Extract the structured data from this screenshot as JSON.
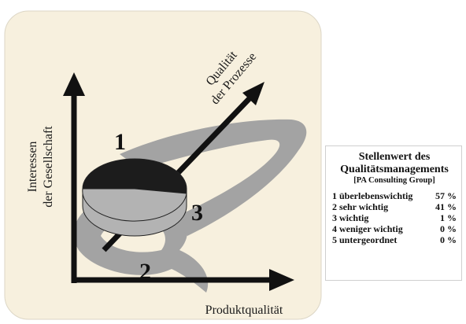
{
  "axes": {
    "vertical_label_line1": "Interessen",
    "vertical_label_line2": "der Gesellschaft",
    "diagonal_label_line1": "Qualität",
    "diagonal_label_line2": "der Prozesse",
    "horizontal_label": "Produktqualität"
  },
  "markers": [
    "1",
    "2",
    "3"
  ],
  "colors": {
    "card_background": "#f7f0de",
    "swoosh": "#a3a3a3",
    "pie_dark": "#1c1c1c",
    "pie_light": "#b3b3b3",
    "arrow": "#111111"
  },
  "legend": {
    "title_line1": "Stellenwert des",
    "title_line2": "Qualitätsmanagements",
    "source": "[PA Consulting Group]",
    "rows": [
      {
        "label": "1 überlebenswichtig",
        "value": "57 %"
      },
      {
        "label": "2 sehr wichtig",
        "value": "41 %"
      },
      {
        "label": "3 wichtig",
        "value": "1 %"
      },
      {
        "label": "4 weniger wichtig",
        "value": "0 %"
      },
      {
        "label": "5 untergeordnet",
        "value": "0 %"
      }
    ]
  }
}
